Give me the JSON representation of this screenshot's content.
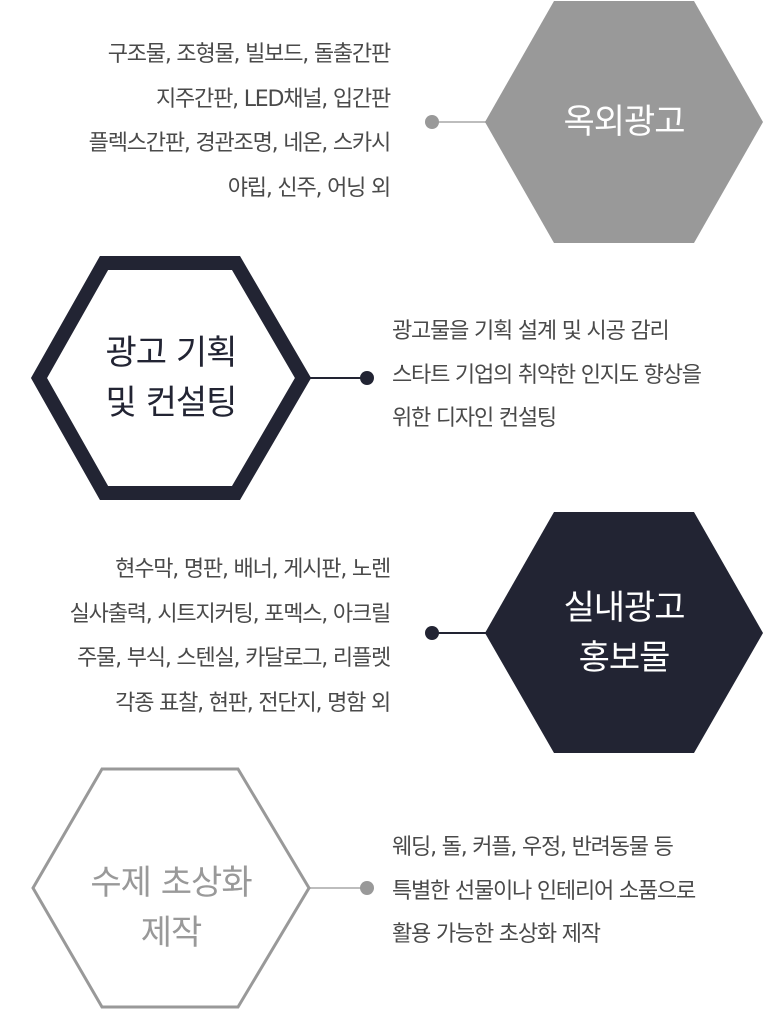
{
  "colors": {
    "gray": "#999999",
    "gray_line": "#bdbdbd",
    "dark": "#222433",
    "text": "#4a4a4a",
    "white": "#ffffff"
  },
  "services": [
    {
      "id": "outdoor",
      "hex_style": "filled-gray",
      "title_lines": [
        "옥외광고"
      ],
      "description_lines": [
        "구조물, 조형물, 빌보드, 돌출간판",
        "지주간판, LED채널, 입간판",
        "플렉스간판, 경관조명, 네온, 스카시",
        "야립, 신주, 어닝 외"
      ]
    },
    {
      "id": "planning",
      "hex_style": "outline-dark",
      "title_lines": [
        "광고 기획",
        "및 컨설팅"
      ],
      "description_lines": [
        "광고물을 기획 설계 및 시공 감리",
        "스타트 기업의 취약한 인지도 향상을",
        "위한 디자인 컨설팅"
      ]
    },
    {
      "id": "indoor",
      "hex_style": "filled-dark",
      "title_lines": [
        "실내광고",
        "홍보물"
      ],
      "description_lines": [
        "현수막, 명판, 배너, 게시판, 노렌",
        "실사출력, 시트지커팅, 포멕스, 아크릴",
        "주물, 부식, 스텐실, 카달로그, 리플렛",
        "각종 표찰, 현판, 전단지, 명함 외"
      ]
    },
    {
      "id": "portrait",
      "hex_style": "outline-gray",
      "title_lines": [
        "수제 초상화",
        "제작"
      ],
      "description_lines": [
        "웨딩, 돌, 커플, 우정, 반려동물 등",
        "특별한 선물이나 인테리어 소품으로",
        "활용 가능한 초상화 제작"
      ]
    }
  ]
}
